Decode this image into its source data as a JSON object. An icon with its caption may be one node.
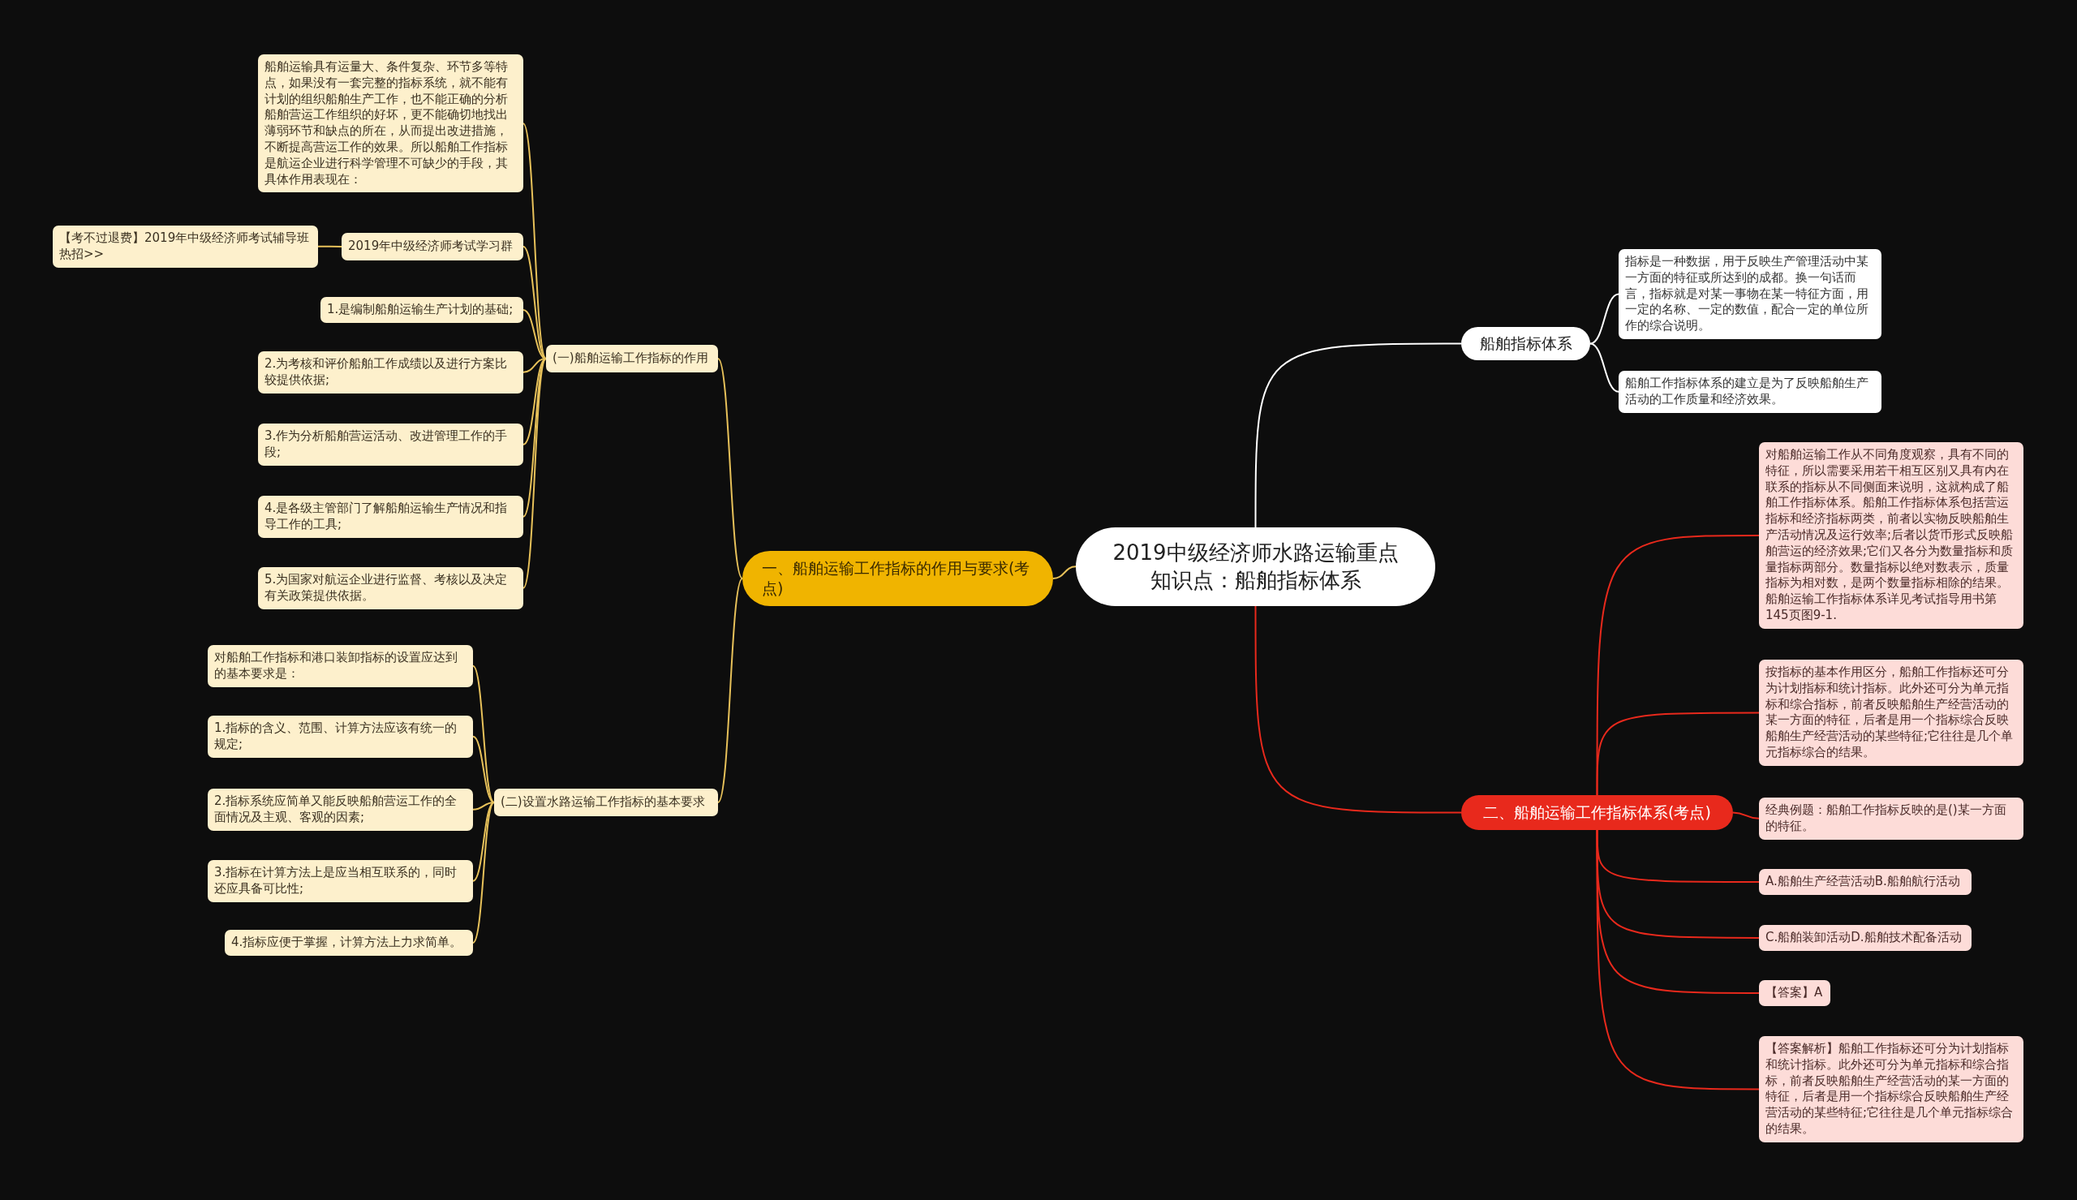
{
  "diagram": {
    "nodes": [
      {
        "text": [
          "2019中级经济师水路运输重点知识点：船舶指标体系"
        ]
      },
      {
        "text": [
          "一、船舶运输工作指标的作用与要求(考点)"
        ]
      },
      {
        "text": [
          "(一)船舶运输工作指标的作用"
        ]
      },
      {
        "text": [
          "船舶运输具有运量大、条件复杂、环节多等特点，如果没有一套完整的指标系统，就不能有计划的组织船舶生产工作，也不能正确的分析船舶营运工作组织的好坏，更不能确切地找出薄弱环节和缺点的所在，从而提出改进措施，不断提高营运工作的效果。所以船舶工作指标是航运企业进行科学管理不可缺少的手段，其具体作用表现在："
        ]
      },
      {
        "text": [
          "2019年中级经济师考试学习群"
        ]
      },
      {
        "text": [
          "【考不过退费】2019年中级经济师考试辅导班热招>>"
        ]
      },
      {
        "text": [
          "1.是编制船舶运输生产计划的基础;"
        ]
      },
      {
        "text": [
          "2.为考核和评价船舶工作成绩以及进行方案比较提供依据;"
        ]
      },
      {
        "text": [
          "3.作为分析船舶营运活动、改进管理工作的手段;"
        ]
      },
      {
        "text": [
          "4.是各级主管部门了解船舶运输生产情况和指导工作的工具;"
        ]
      },
      {
        "text": [
          "5.为国家对航运企业进行监督、考核以及决定有关政策提供依据。"
        ]
      },
      {
        "text": [
          "(二)设置水路运输工作指标的基本要求"
        ]
      },
      {
        "text": [
          "对船舶工作指标和港口装卸指标的设置应达到的基本要求是："
        ]
      },
      {
        "text": [
          "1.指标的含义、范围、计算方法应该有统一的规定;"
        ]
      },
      {
        "text": [
          "2.指标系统应简单又能反映船舶营运工作的全面情况及主观、客观的因素;"
        ]
      },
      {
        "text": [
          "3.指标在计算方法上是应当相互联系的，同时还应具备可比性;"
        ]
      },
      {
        "text": [
          "4.指标应便于掌握，计算方法上力求简单。"
        ]
      },
      {
        "text": [
          "船舶指标体系"
        ]
      },
      {
        "text": [
          "指标是一种数据，用于反映生产管理活动中某一方面的特征或所达到的成都。换一句话而言，指标就是对某一事物在某一特征方面，用一定的名称、一定的数值，配合一定的单位所作的综合说明。"
        ]
      },
      {
        "text": [
          "船舶工作指标体系的建立是为了反映船舶生产活动的工作质量和经济效果。"
        ]
      },
      {
        "text": [
          "二、船舶运输工作指标体系(考点)"
        ]
      },
      {
        "text": [
          "对船舶运输工作从不同角度观察，具有不同的特征，所以需要采用若干相互区别又具有内在联系的指标从不同侧面来说明，这就构成了船舶工作指标体系。船舶工作指标体系包括营运指标和经济指标两类，前者以实物反映船舶生产活动情况及运行效率;后者以货币形式反映船舶营运的经济效果;它们又各分为数量指标和质量指标两部分。数量指标以绝对数表示，质量指标为相对数，是两个数量指标相除的结果。船舶运输工作指标体系详见考试指导用书第145页图9-1."
        ]
      },
      {
        "text": [
          "按指标的基本作用区分，船舶工作指标还可分为计划指标和统计指标。此外还可分为单元指标和综合指标，前者反映船舶生产经营活动的某一方面的特征，后者是用一个指标综合反映船舶生产经营活动的某些特征;它往往是几个单元指标综合的结果。"
        ]
      },
      {
        "text": [
          "经典例题：船舶工作指标反映的是()某一方面的特征。"
        ]
      },
      {
        "text": [
          "A.船舶生产经营活动B.船舶航行活动"
        ]
      },
      {
        "text": [
          "C.船舶装卸活动D.船舶技术配备活动"
        ]
      },
      {
        "text": [
          "【答案】A"
        ]
      },
      {
        "text": [
          "【答案解析】船舶工作指标还可分为计划指标和统计指标。此外还可分为单元指标和综合指标，前者反映船舶生产经营活动的某一方面的特征，后者是用一个指标综合反映船舶生产经营活动的某些特征;它往往是几个单元指标综合的结果。"
        ]
      }
    ],
    "edges": [
      {
        "from": 0,
        "to": 1,
        "arrow": "none"
      },
      {
        "from": 1,
        "to": 2,
        "arrow": "none"
      },
      {
        "from": 2,
        "to": 3,
        "arrow": "none"
      },
      {
        "from": 2,
        "to": 4,
        "arrow": "none"
      },
      {
        "from": 4,
        "to": 5,
        "arrow": "none"
      },
      {
        "from": 2,
        "to": 6,
        "arrow": "none"
      },
      {
        "from": 2,
        "to": 7,
        "arrow": "none"
      },
      {
        "from": 2,
        "to": 8,
        "arrow": "none"
      },
      {
        "from": 2,
        "to": 9,
        "arrow": "none"
      },
      {
        "from": 2,
        "to": 10,
        "arrow": "none"
      },
      {
        "from": 1,
        "to": 11,
        "arrow": "none"
      },
      {
        "from": 11,
        "to": 12,
        "arrow": "none"
      },
      {
        "from": 11,
        "to": 13,
        "arrow": "none"
      },
      {
        "from": 11,
        "to": 14,
        "arrow": "none"
      },
      {
        "from": 11,
        "to": 15,
        "arrow": "none"
      },
      {
        "from": 11,
        "to": 16,
        "arrow": "none"
      },
      {
        "from": 0,
        "to": 17,
        "arrow": "none",
        "color": "#ffffff"
      },
      {
        "from": 17,
        "to": 18,
        "arrow": "none",
        "color": "#ffffff"
      },
      {
        "from": 17,
        "to": 19,
        "arrow": "none",
        "color": "#ffffff"
      },
      {
        "from": 0,
        "to": 20,
        "arrow": "none",
        "color": "#e8291c"
      },
      {
        "from": 20,
        "to": 21,
        "arrow": "none",
        "color": "#e8291c"
      },
      {
        "from": 20,
        "to": 22,
        "arrow": "none",
        "color": "#e8291c"
      },
      {
        "from": 20,
        "to": 23,
        "arrow": "none",
        "color": "#e8291c"
      },
      {
        "from": 20,
        "to": 24,
        "arrow": "none",
        "color": "#e8291c"
      },
      {
        "from": 20,
        "to": 25,
        "arrow": "none",
        "color": "#e8291c"
      },
      {
        "from": 20,
        "to": 26,
        "arrow": "none",
        "color": "#e8291c"
      },
      {
        "from": 20,
        "to": 27,
        "arrow": "none",
        "color": "#e8291c"
      }
    ]
  }
}
